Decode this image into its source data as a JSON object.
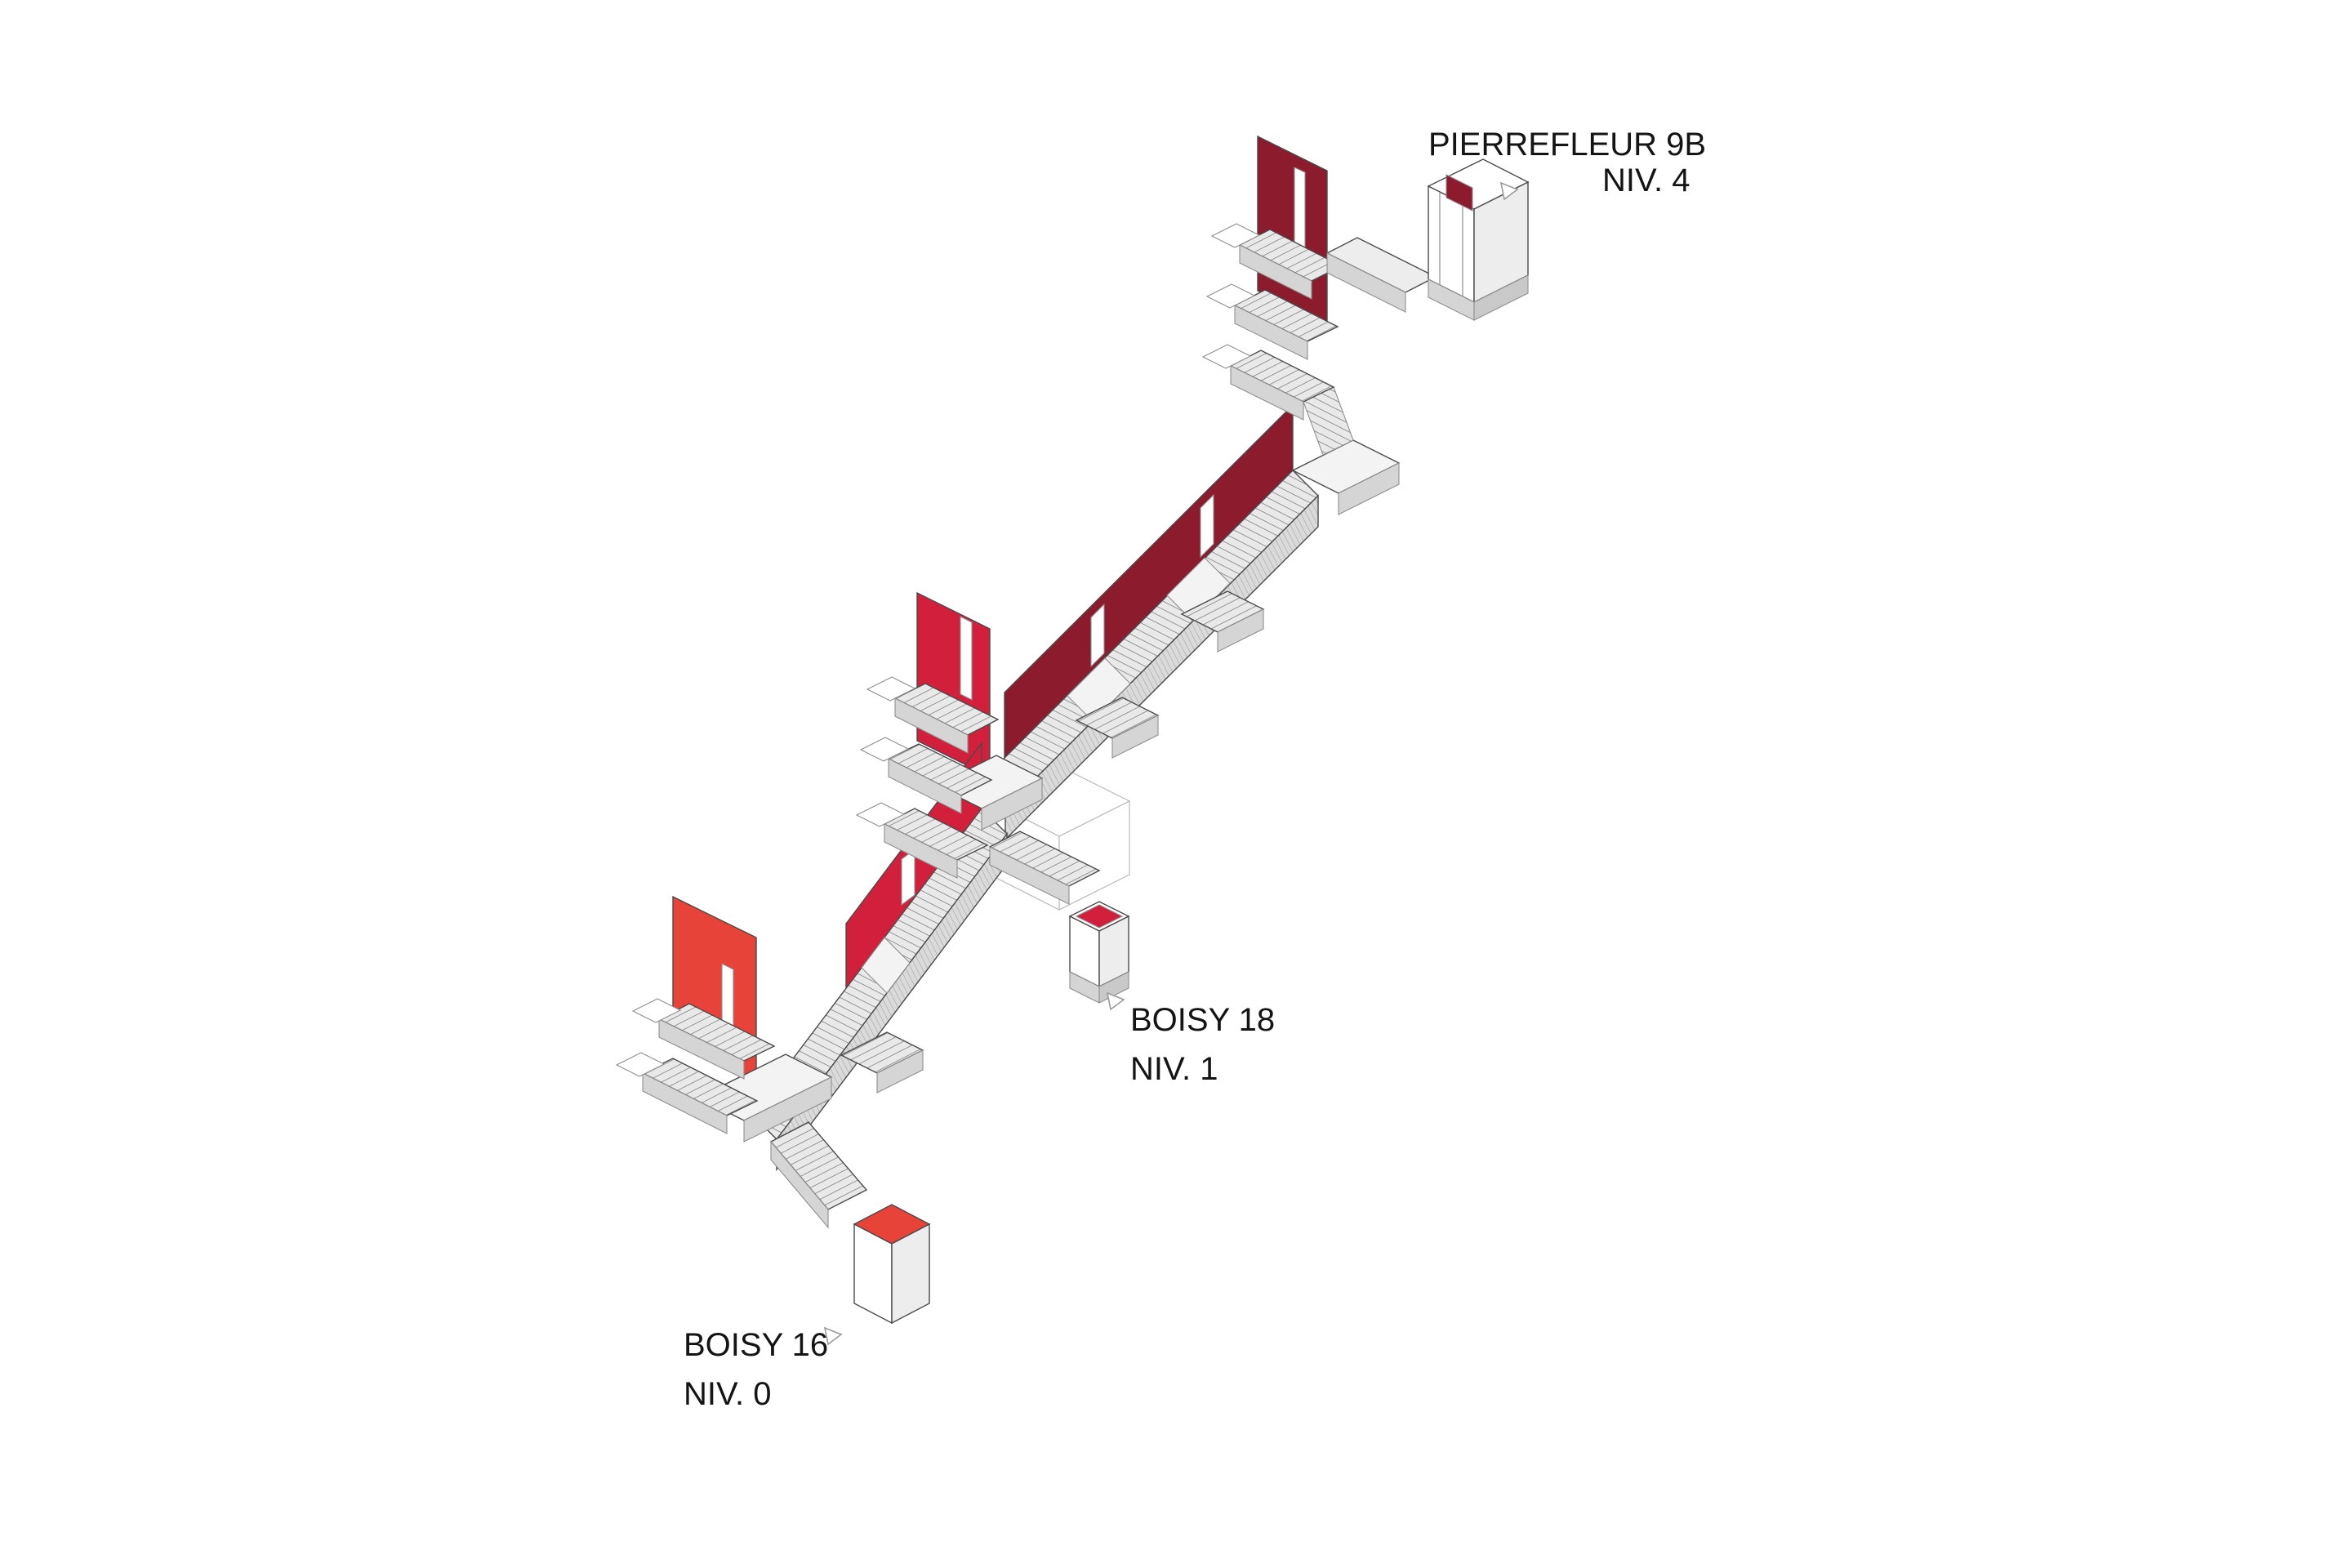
{
  "colors": {
    "maroon": "#8C1B2D",
    "crimson": "#D2203C",
    "red": "#E84338",
    "floor": "#e9e9e9",
    "background": "#ffffff",
    "text": "#141414"
  },
  "labels": {
    "pierrefleur": {
      "name": "PIERREFLEUR 9B",
      "level": "NIV. 4"
    },
    "boisy18": {
      "name": "BOISY 18",
      "level": "NIV. 1"
    },
    "boisy16": {
      "name": "BOISY 16",
      "level": "NIV. 0"
    }
  },
  "icons": {
    "pierrefleur_marker": "triangle-marker",
    "boisy18_marker": "triangle-marker",
    "boisy16_marker": "triangle-marker"
  }
}
